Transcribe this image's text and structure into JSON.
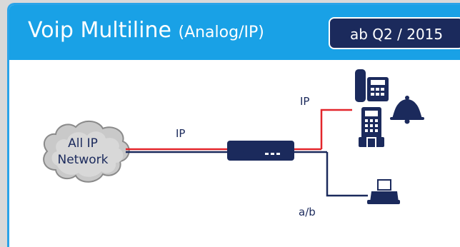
{
  "title": "Voip Multiline",
  "subtitle": "(Analog/IP)",
  "date_badge": "ab Q2 / 2015",
  "network": {
    "line1": "All IP",
    "line2": "Network"
  },
  "links": {
    "main_label": "IP",
    "upper_label": "IP",
    "lower_label": "a/b"
  },
  "colors": {
    "header": "#19a1e6",
    "badge": "#1b2a5c",
    "ip_line": "#e3262b",
    "navy": "#1b2a5c"
  },
  "icons": [
    "cloud-icon",
    "router-icon",
    "desk-phone-icon",
    "handset-icon",
    "bell-icon",
    "fax-icon"
  ]
}
